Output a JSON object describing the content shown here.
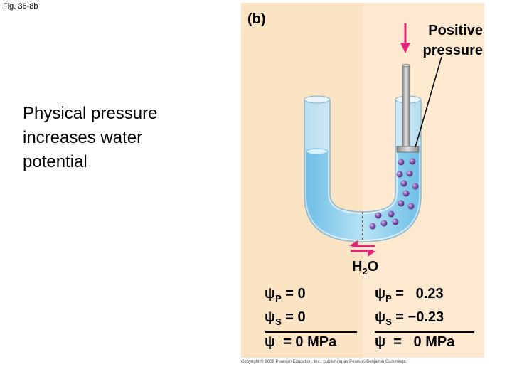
{
  "figure_label": "Fig. 36-8b",
  "side_text": "Physical pressure\nincreases water\npotential",
  "panel_label": "(b)",
  "positive_pressure_label": "Positive\npressure",
  "water_label": {
    "main": "H",
    "sub": "2",
    "tail": "O"
  },
  "left_arm": {
    "psi_p": {
      "symbol": "ψ",
      "sub": "P",
      "value": " = 0"
    },
    "psi_s": {
      "symbol": "ψ",
      "sub": "S",
      "value": " = 0"
    },
    "psi": {
      "symbol": "ψ",
      "value": "  = 0 MPa"
    }
  },
  "right_arm": {
    "psi_p": {
      "symbol": "ψ",
      "sub": "P",
      "value": " =   0.23"
    },
    "psi_s": {
      "symbol": "ψ",
      "sub": "S",
      "value": " = −0.23"
    },
    "psi": {
      "symbol": "ψ",
      "value": "  =   0 MPa"
    }
  },
  "copyright": "Copyright © 2008 Pearson Education, Inc., publishing as Pearson Benjamin Cummings.",
  "colors": {
    "panel_left": "#fbe4c4",
    "panel_right": "#fde9cf",
    "water": "#8fd0f0",
    "solute": "#7a4fa0",
    "arrow": "#e0257a"
  }
}
